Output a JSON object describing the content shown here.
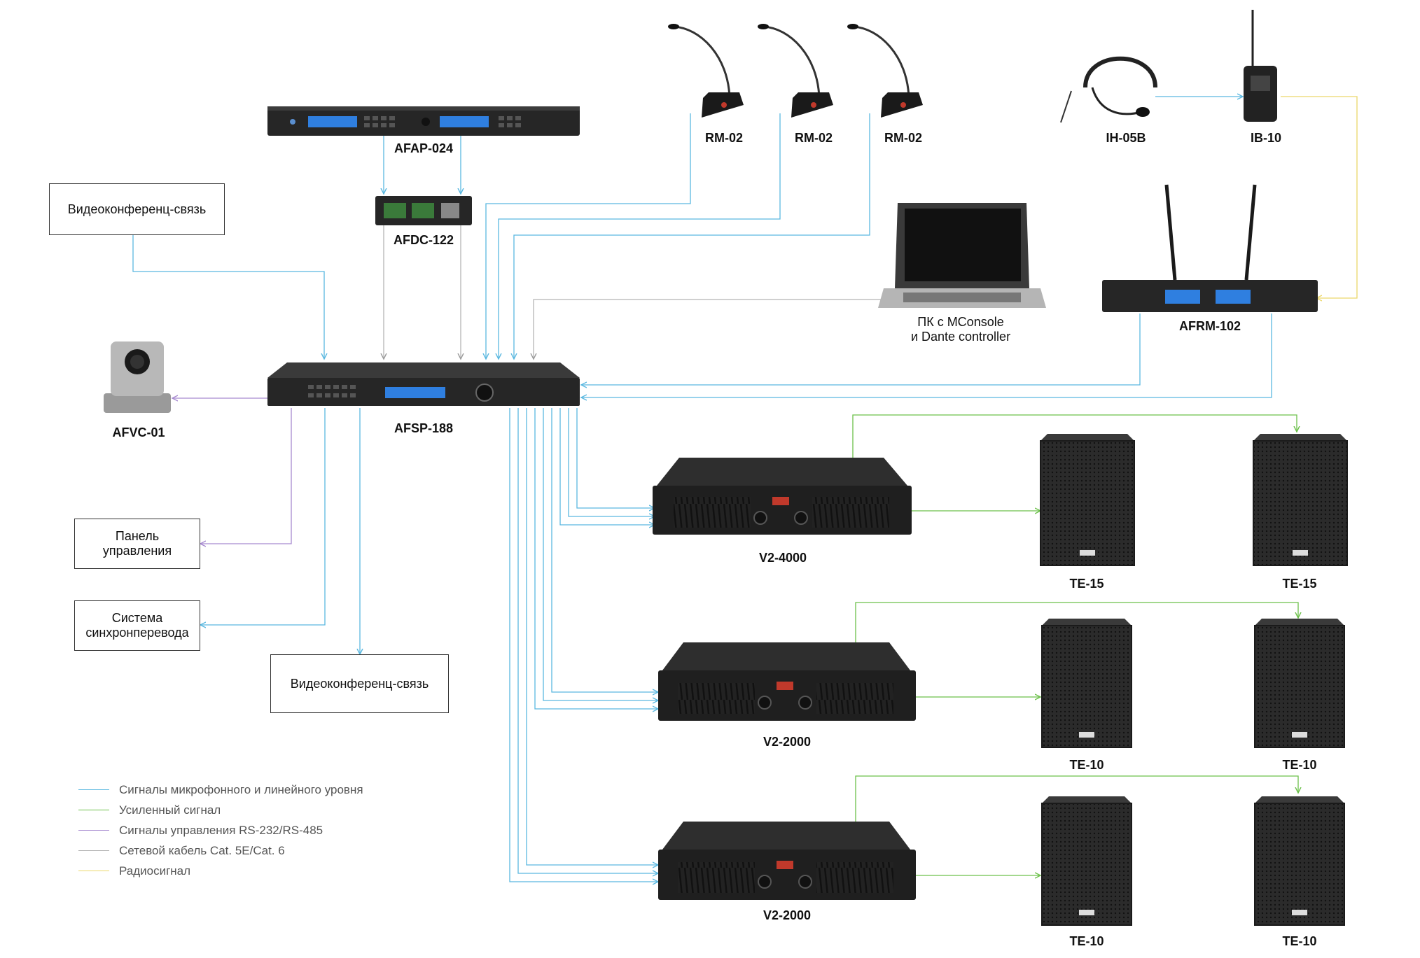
{
  "colors": {
    "audio": "#5bb8e0",
    "amp": "#6cc04a",
    "control": "#a78ad0",
    "network": "#b5b5b5",
    "radio": "#ecd76a",
    "device_dark": "#2a2a2a",
    "device_mid": "#3a3a3a",
    "screen": "#2f7fe0"
  },
  "devices": {
    "afap": "AFAP-024",
    "afdc": "AFDC-122",
    "afsp": "AFSP-188",
    "afvc": "AFVC-01",
    "rm1": "RM-02",
    "rm2": "RM-02",
    "rm3": "RM-02",
    "ih": "IH-05B",
    "ib": "IB-10",
    "afrm": "AFRM-102",
    "pc_line1": "ПК с MConsole",
    "pc_line2": "и Dante controller",
    "amp1": "V2-4000",
    "amp2": "V2-2000",
    "amp3": "V2-2000",
    "spk1a": "TE-15",
    "spk1b": "TE-15",
    "spk2a": "TE-10",
    "spk2b": "TE-10",
    "spk3a": "TE-10",
    "spk3b": "TE-10"
  },
  "boxes": {
    "video_top": "Видеоконференц-связь",
    "panel_line1": "Панель",
    "panel_line2": "управления",
    "sync_line1": "Система",
    "sync_line2": "синхронперевода",
    "video_bottom": "Видеоконференц-связь"
  },
  "legend": [
    {
      "label": "Сигналы микрофонного и линейного уровня",
      "color": "#5bb8e0"
    },
    {
      "label": "Усиленный сигнал",
      "color": "#6cc04a"
    },
    {
      "label": "Сигналы управления RS-232/RS-485",
      "color": "#a78ad0"
    },
    {
      "label": "Сетевой кабель Cat. 5E/Cat. 6",
      "color": "#b5b5b5"
    },
    {
      "label": "Радиосигнал",
      "color": "#ecd76a"
    }
  ]
}
